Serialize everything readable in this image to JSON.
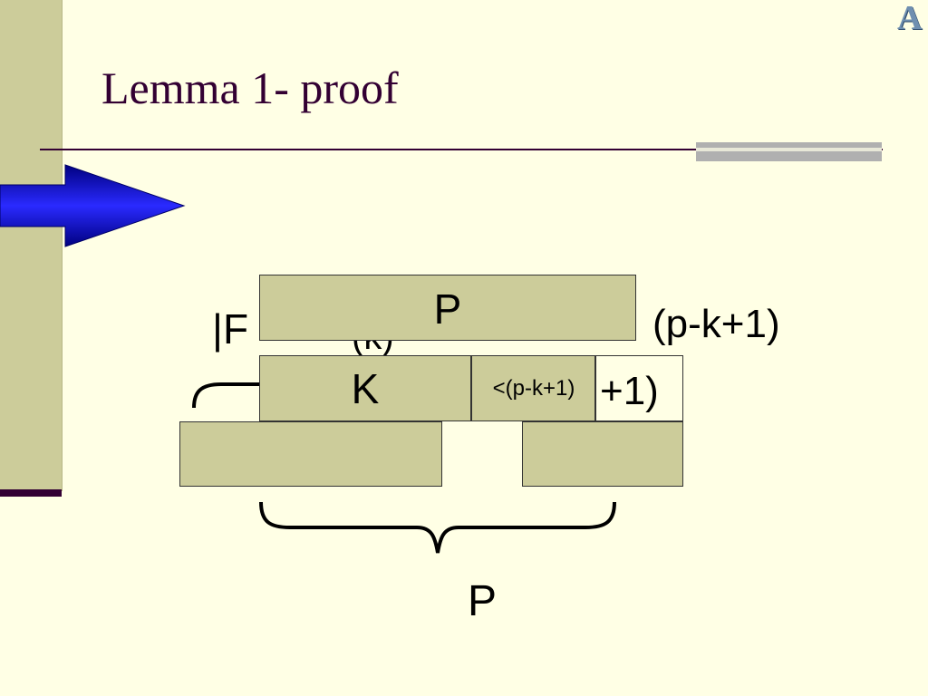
{
  "slide": {
    "title": "Lemma 1- proof",
    "logo_letter": "A"
  },
  "diagram": {
    "line1_left": "|F",
    "line1_mid": "(k)",
    "line1_right": "(p-k+1)",
    "line2_right": "+1)",
    "box_p_label": "P",
    "box_k_label": "K",
    "box_small_label": "<(p-k+1)",
    "bottom_label": "P"
  },
  "colors": {
    "background": "#ffffe5",
    "sidebar": "#cccc9a",
    "accent_dark": "#330033",
    "arrow_blue": "#1a1aff",
    "box_fill": "#cccc9a"
  }
}
